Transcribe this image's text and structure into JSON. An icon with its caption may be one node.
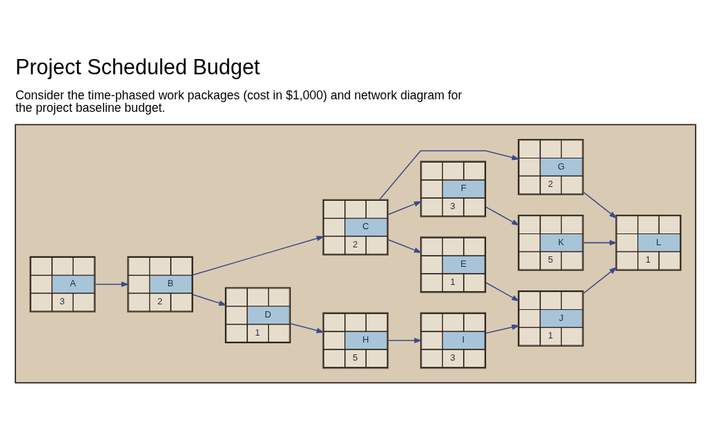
{
  "diagram": {
    "title": "Project Scheduled Budget",
    "caption": "Consider the time-phased work packages (cost in $1,000) and network diagram for the project baseline budget.",
    "nodes": [
      {
        "text": [],
        "shape": "box"
      },
      {
        "text": [
          "G",
          "2"
        ],
        "in": 0
      },
      {
        "text": [
          "A",
          "3"
        ],
        "in": 0
      },
      {
        "text": [
          "B",
          "2"
        ],
        "in": 0
      },
      {
        "text": [
          "C",
          "2"
        ],
        "in": 0
      },
      {
        "text": [
          "F",
          "3"
        ],
        "in": 0
      },
      {
        "text": [
          "K",
          "5"
        ],
        "in": 0
      },
      {
        "text": [
          "L",
          "1"
        ],
        "in": 0
      },
      {
        "text": [
          "E",
          "1"
        ],
        "in": 0
      },
      {
        "text": [
          "J",
          "1"
        ],
        "in": 0
      },
      {
        "text": [
          "D",
          "1"
        ],
        "in": 0
      },
      {
        "text": [
          "H",
          "5"
        ],
        "in": 0
      },
      {
        "text": [
          "I",
          "3"
        ],
        "in": 0
      }
    ],
    "edges": [
      {
        "from": 2,
        "to": 3,
        "arrow": "to"
      },
      {
        "from": 3,
        "to": 4,
        "arrow": "to"
      },
      {
        "from": 3,
        "to": 10,
        "arrow": "to"
      },
      {
        "from": 4,
        "to": 1,
        "arrow": "to"
      },
      {
        "from": 4,
        "to": 5,
        "arrow": "to"
      },
      {
        "from": 4,
        "to": 8,
        "arrow": "to"
      },
      {
        "from": 5,
        "to": 6,
        "arrow": "to"
      },
      {
        "from": 1,
        "to": 7,
        "arrow": "to"
      },
      {
        "from": 6,
        "to": 7,
        "arrow": "to"
      },
      {
        "from": 8,
        "to": 9,
        "arrow": "to"
      },
      {
        "from": 10,
        "to": 11,
        "arrow": "to"
      },
      {
        "from": 11,
        "to": 12,
        "arrow": "to"
      },
      {
        "from": 12,
        "to": 9,
        "arrow": "to"
      },
      {
        "from": 9,
        "to": 7,
        "arrow": "to"
      }
    ]
  }
}
